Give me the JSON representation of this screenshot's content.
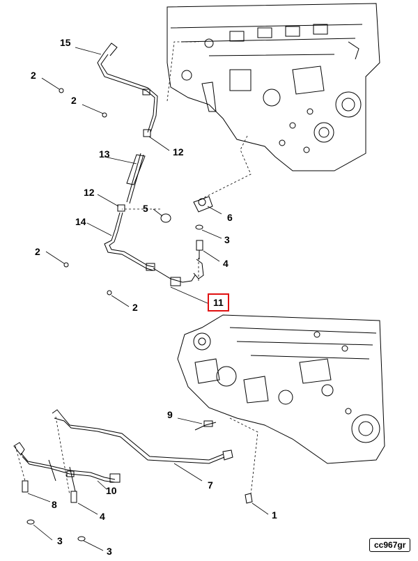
{
  "callouts": {
    "c15": "15",
    "c2a": "2",
    "c2b": "2",
    "c13": "13",
    "c12a": "12",
    "c12b": "12",
    "c5": "5",
    "c6": "6",
    "c3a": "3",
    "c4a": "4",
    "c14": "14",
    "c2c": "2",
    "c2d": "2",
    "c11": "11",
    "c9": "9",
    "c7": "7",
    "c10": "10",
    "c8": "8",
    "c4b": "4",
    "c3b": "3",
    "c3c": "3",
    "c1": "1"
  },
  "highlight_color": "#e01010",
  "figure_code": "cc967gr"
}
